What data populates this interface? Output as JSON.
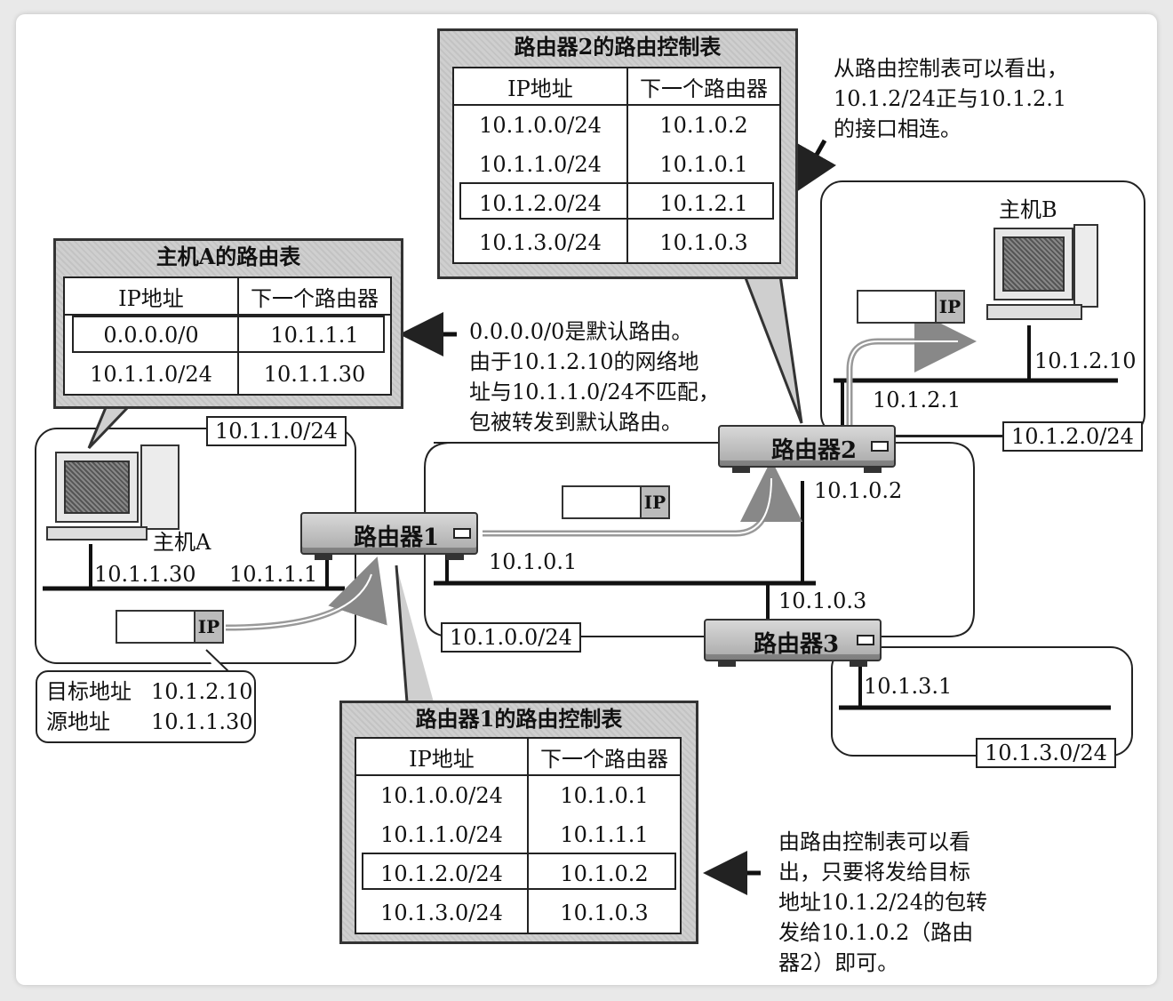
{
  "diagram": {
    "host_a_label": "主机A",
    "host_b_label": "主机B",
    "router1_label": "路由器1",
    "router2_label": "路由器2",
    "router3_label": "路由器3",
    "packet_label": "IP",
    "networks": {
      "net_a": "10.1.1.0/24",
      "net_0": "10.1.0.0/24",
      "net_b": "10.1.2.0/24",
      "net_3": "10.1.3.0/24"
    },
    "addresses": {
      "host_a": "10.1.1.30",
      "router1_a": "10.1.1.1",
      "router1_0": "10.1.0.1",
      "router2_0": "10.1.0.2",
      "router2_b": "10.1.2.1",
      "host_b": "10.1.2.10",
      "router3_0": "10.1.0.3",
      "router3_3": "10.1.3.1"
    },
    "packet_info": {
      "dest_label": "目标地址",
      "dest_value": "10.1.2.10",
      "src_label": "源地址",
      "src_value": "10.1.1.30"
    },
    "host_a_table": {
      "title": "主机A的路由表",
      "col_ip": "IP地址",
      "col_next": "下一个路由器",
      "rows": [
        {
          "ip": "0.0.0.0/0",
          "next": "10.1.1.1"
        },
        {
          "ip": "10.1.1.0/24",
          "next": "10.1.1.30"
        }
      ]
    },
    "router1_table": {
      "title": "路由器1的路由控制表",
      "col_ip": "IP地址",
      "col_next": "下一个路由器",
      "rows": [
        {
          "ip": "10.1.0.0/24",
          "next": "10.1.0.1"
        },
        {
          "ip": "10.1.1.0/24",
          "next": "10.1.1.1"
        },
        {
          "ip": "10.1.2.0/24",
          "next": "10.1.0.2"
        },
        {
          "ip": "10.1.3.0/24",
          "next": "10.1.0.3"
        }
      ]
    },
    "router2_table": {
      "title": "路由器2的路由控制表",
      "col_ip": "IP地址",
      "col_next": "下一个路由器",
      "rows": [
        {
          "ip": "10.1.0.0/24",
          "next": "10.1.0.2"
        },
        {
          "ip": "10.1.1.0/24",
          "next": "10.1.0.1"
        },
        {
          "ip": "10.1.2.0/24",
          "next": "10.1.2.1"
        },
        {
          "ip": "10.1.3.0/24",
          "next": "10.1.0.3"
        }
      ]
    },
    "notes": {
      "default_route": [
        "0.0.0.0/0是默认路由。",
        "由于10.1.2.10的网络地",
        "址与10.1.1.0/24不匹配，",
        "包被转发到默认路由。"
      ],
      "router2_note": [
        "从路由控制表可以看出，",
        "10.1.2/24正与10.1.2.1",
        "的接口相连。"
      ],
      "router1_note": [
        "由路由控制表可以看",
        "出，只要将发给目标",
        "地址10.1.2/24的包转",
        "发给10.1.0.2（路由",
        "器2）即可。"
      ]
    }
  }
}
